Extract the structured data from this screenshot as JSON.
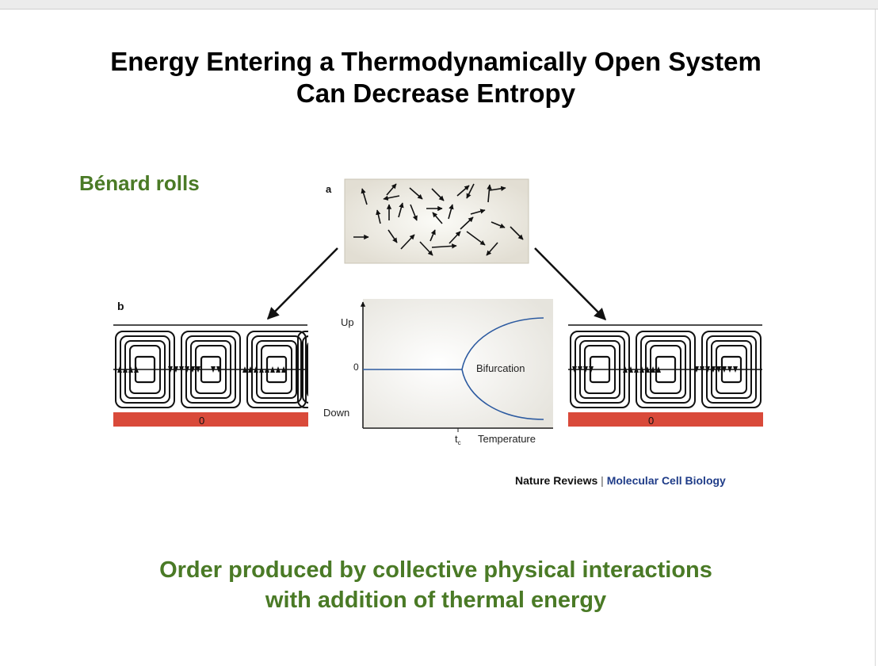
{
  "slide": {
    "title_line1": "Energy Entering a Thermodynamically Open System",
    "title_line2": "Can Decrease Entropy",
    "subtitle": "Bénard rolls",
    "caption_line1": "Order produced by collective physical interactions",
    "caption_line2": "with addition of thermal energy"
  },
  "figure": {
    "panel_a_label": "a",
    "panel_b_label": "b",
    "graph": {
      "y_up": "Up",
      "y_zero": "0",
      "y_down": "Down",
      "x_tc": "t",
      "x_tc_sub": "c",
      "x_label": "Temperature",
      "curve_label": "Bifurcation"
    },
    "left_plate_label": "0",
    "right_plate_label": "0",
    "credit_journal": "Nature Reviews",
    "credit_separator": "|",
    "credit_title": "Molecular Cell Biology",
    "colors": {
      "green_text": "#4a7a26",
      "plate_red": "#d94a3a",
      "curve_blue": "#2c5aa0",
      "credit_blue": "#1f3c88"
    }
  }
}
